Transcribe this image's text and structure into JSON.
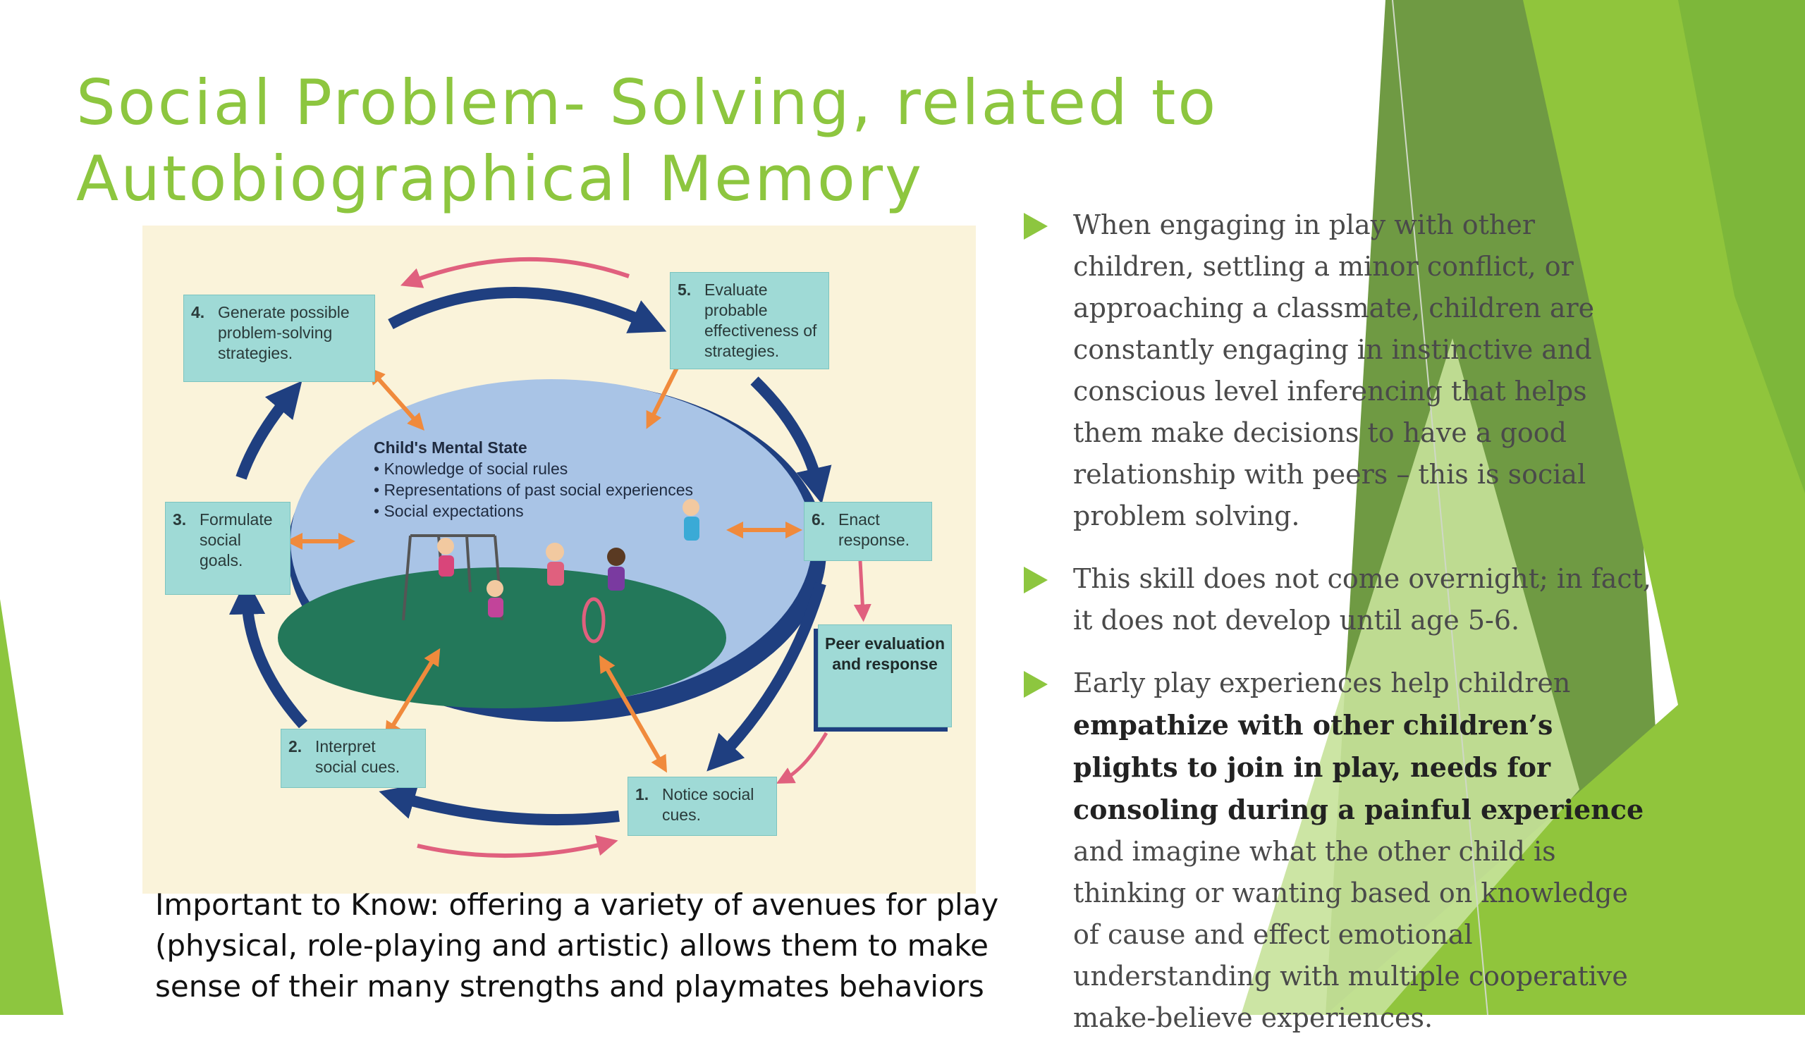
{
  "slide": {
    "title_line1": "Social Problem- Solving, related to",
    "title_line2": "Autobiographical Memory"
  },
  "diagram": {
    "steps": [
      {
        "number": "1.",
        "text": "Notice social cues."
      },
      {
        "number": "2.",
        "text": "Interpret social cues."
      },
      {
        "number": "3.",
        "text": "Formulate social goals."
      },
      {
        "number": "4.",
        "text": "Generate possible problem-solving strategies."
      },
      {
        "number": "5.",
        "text": "Evaluate probable effectiveness of strategies."
      },
      {
        "number": "6.",
        "text": "Enact response."
      }
    ],
    "peer_box": "Peer evaluation and response",
    "mental_state": {
      "title": "Child's Mental State",
      "items": [
        "Knowledge of social rules",
        "Representations of past social experiences",
        "Social expectations"
      ]
    }
  },
  "bullets": [
    {
      "text": "When engaging in play with other children, settling a minor conflict,  or approaching a classmate, children are constantly engaging in instinctive and conscious level inferencing that helps them make decisions to have a good relationship with peers – this is social problem solving."
    },
    {
      "text": "This skill does not come overnight; in fact, it does not develop until age 5-6."
    },
    {
      "text_before": "Early play experiences help children ",
      "text_bold": "empathize with other children’s plights to join in play, needs for consoling during a painful experience",
      "text_after": " and imagine what the other child is thinking or wanting based on knowledge of cause and effect emotional understanding with multiple cooperative make-believe experiences."
    }
  ],
  "note": "Important to Know: offering a variety of avenues for play (physical, role-playing and artistic) allows them to make sense of their many strengths and playmates behaviors",
  "colors": {
    "accent_green": "#8DC63F",
    "dark_green": "#4f7f2a",
    "box_teal": "#9fdad6",
    "arrow_navy": "#1f3f80",
    "arrow_orange": "#f08a3c",
    "arrow_pink": "#e0607e"
  }
}
